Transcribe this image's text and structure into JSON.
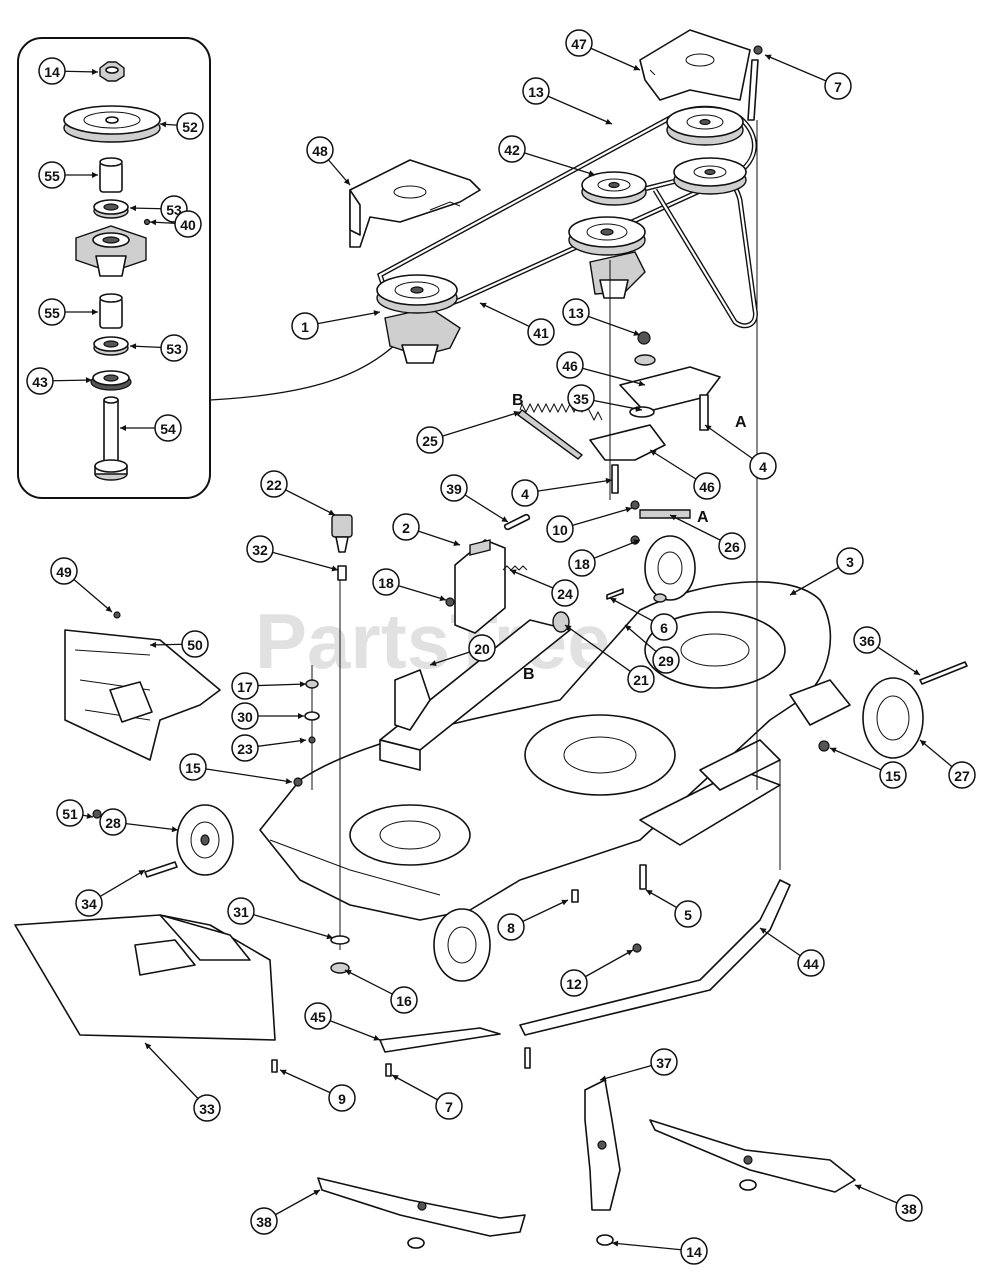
{
  "watermark": {
    "text": "PartsTree",
    "trademark": "TM"
  },
  "letters": {
    "a": "A",
    "b": "B"
  },
  "callouts": [
    {
      "label": "14"
    },
    {
      "label": "52"
    },
    {
      "label": "55"
    },
    {
      "label": "53"
    },
    {
      "label": "40"
    },
    {
      "label": "55"
    },
    {
      "label": "53"
    },
    {
      "label": "43"
    },
    {
      "label": "54"
    },
    {
      "label": "48"
    },
    {
      "label": "47"
    },
    {
      "label": "7"
    },
    {
      "label": "13"
    },
    {
      "label": "42"
    },
    {
      "label": "1"
    },
    {
      "label": "41"
    },
    {
      "label": "13"
    },
    {
      "label": "46"
    },
    {
      "label": "35"
    },
    {
      "label": "25"
    },
    {
      "label": "46"
    },
    {
      "label": "4"
    },
    {
      "label": "22"
    },
    {
      "label": "39"
    },
    {
      "label": "4"
    },
    {
      "label": "2"
    },
    {
      "label": "10"
    },
    {
      "label": "26"
    },
    {
      "label": "32"
    },
    {
      "label": "18"
    },
    {
      "label": "3"
    },
    {
      "label": "49"
    },
    {
      "label": "18"
    },
    {
      "label": "24"
    },
    {
      "label": "6"
    },
    {
      "label": "50"
    },
    {
      "label": "20"
    },
    {
      "label": "29"
    },
    {
      "label": "36"
    },
    {
      "label": "21"
    },
    {
      "label": "17"
    },
    {
      "label": "30"
    },
    {
      "label": "23"
    },
    {
      "label": "15"
    },
    {
      "label": "15"
    },
    {
      "label": "27"
    },
    {
      "label": "51"
    },
    {
      "label": "28"
    },
    {
      "label": "34"
    },
    {
      "label": "31"
    },
    {
      "label": "8"
    },
    {
      "label": "5"
    },
    {
      "label": "44"
    },
    {
      "label": "16"
    },
    {
      "label": "12"
    },
    {
      "label": "45"
    },
    {
      "label": "33"
    },
    {
      "label": "9"
    },
    {
      "label": "7"
    },
    {
      "label": "37"
    },
    {
      "label": "38"
    },
    {
      "label": "38"
    },
    {
      "label": "14"
    }
  ]
}
